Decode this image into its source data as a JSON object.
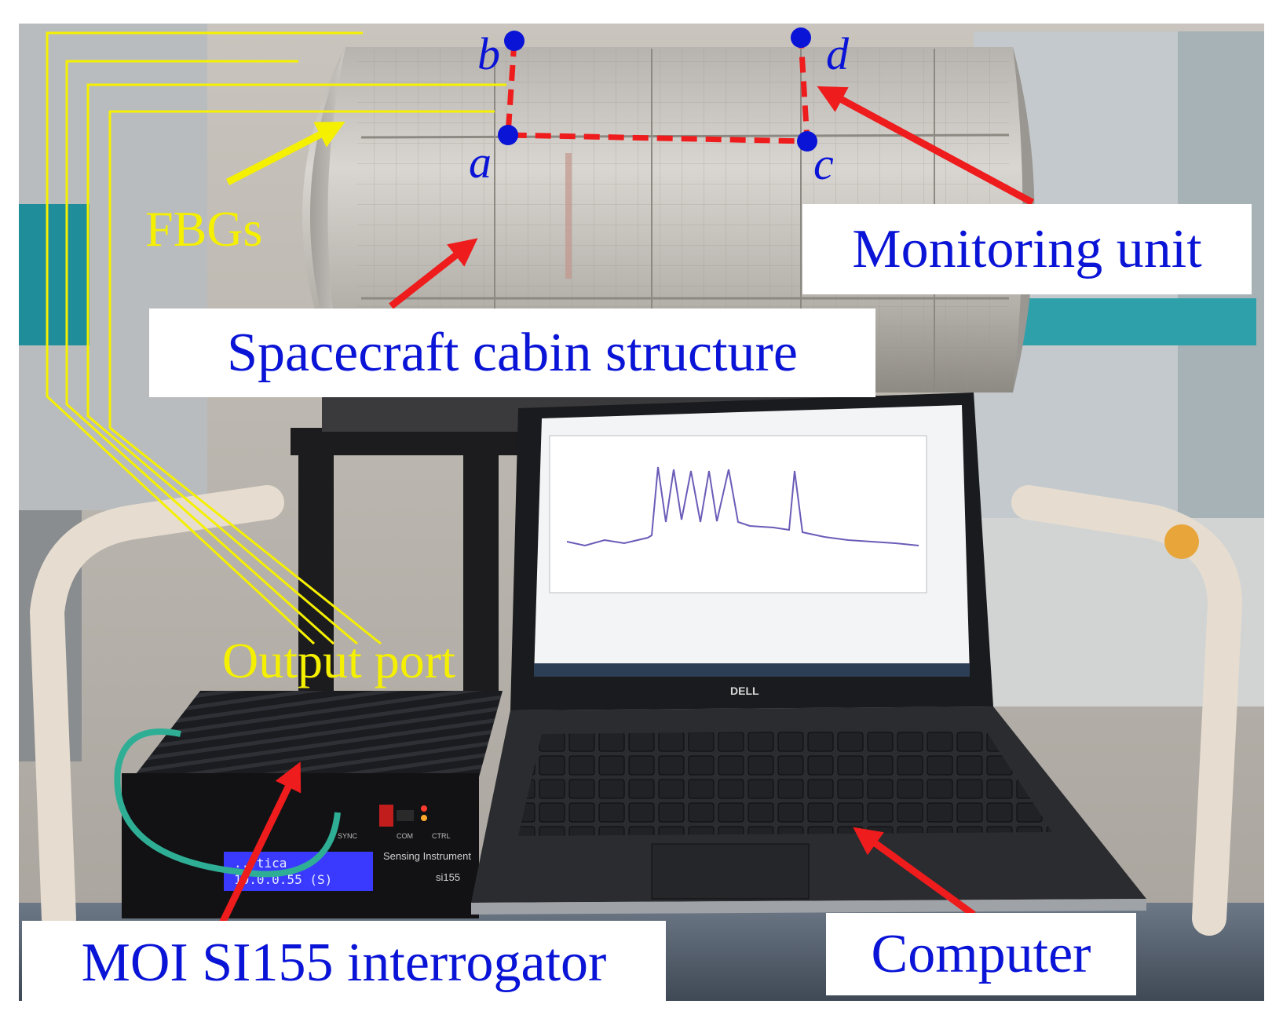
{
  "labels": {
    "fbgs": "FBGs",
    "monitoring_unit": "Monitoring unit",
    "cabin": "Spacecraft cabin structure",
    "output_port": "Output port",
    "interrogator": "MOI SI155 interrogator",
    "computer": "Computer"
  },
  "points": {
    "a": "a",
    "b": "b",
    "c": "c",
    "d": "d"
  },
  "device_text": {
    "brand": "DELL",
    "lcd_line1": "...tica",
    "lcd_line2": "10.0.0.55 (S)",
    "instrument_caption": "Sensing Instrument",
    "model": "si155",
    "port_labels": [
      "SYNC",
      "COM",
      "CTRL"
    ]
  },
  "colors": {
    "label_text": "#0a14d6",
    "fiber": "#f5f000",
    "arrow": "#ee1c1c",
    "marker": "#0a14d6",
    "dashed_path": "#ee1c1c"
  },
  "icons": [
    "red-arrow",
    "blue-marker-dot"
  ]
}
